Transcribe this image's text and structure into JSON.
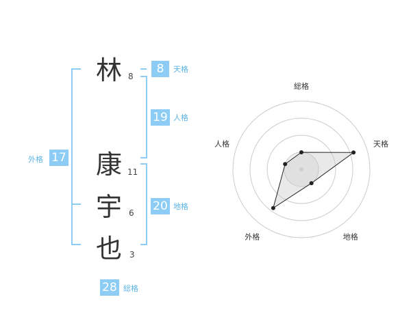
{
  "name": {
    "chars": [
      {
        "char": "林",
        "strokes": "8"
      },
      {
        "char": "康",
        "strokes": "11"
      },
      {
        "char": "宇",
        "strokes": "6"
      },
      {
        "char": "也",
        "strokes": "3"
      }
    ]
  },
  "kaku": {
    "tenkaku": {
      "value": "8",
      "label": "天格"
    },
    "jinkaku": {
      "value": "19",
      "label": "人格"
    },
    "chikaku": {
      "value": "20",
      "label": "地格"
    },
    "gaikaku": {
      "value": "17",
      "label": "外格"
    },
    "soukaku": {
      "value": "28",
      "label": "総格"
    }
  },
  "colors": {
    "accent": "#8dcdf5",
    "accent_text": "#5bb4e8",
    "bracket": "#8dcdf5"
  },
  "chart_data": {
    "type": "radar",
    "axes": [
      "総格",
      "天格",
      "地格",
      "外格",
      "人格"
    ],
    "values": [
      0.25,
      0.8,
      0.25,
      0.7,
      0.25
    ],
    "rings": 4,
    "max": 1
  }
}
